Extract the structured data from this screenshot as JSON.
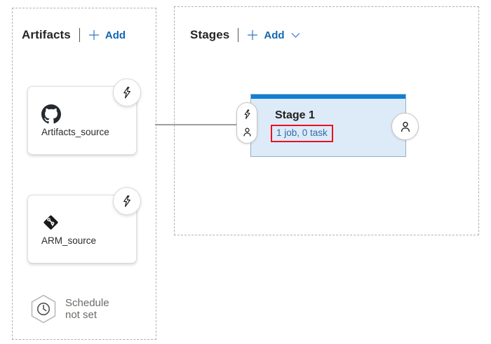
{
  "artifacts": {
    "title": "Artifacts",
    "add": "Add",
    "cards": [
      {
        "name": "Artifacts_source",
        "icon": "github-icon"
      },
      {
        "name": "ARM_source",
        "icon": "azure-repos-git-icon"
      }
    ],
    "schedule_line1": "Schedule",
    "schedule_line2": "not set"
  },
  "stages": {
    "title": "Stages",
    "add": "Add",
    "stage": {
      "name": "Stage 1",
      "jobs": "1 job, 0 task"
    }
  },
  "icons": {
    "badge": "lightning-trigger-icon",
    "pre_deploy": [
      "lightning-trigger-icon",
      "person-approval-icon"
    ],
    "post_deploy": "person-approval-icon",
    "schedule": "clock-in-hexagon-icon"
  },
  "colors": {
    "stage_top_bar": "#0f7ed5",
    "stage_fill": "#ddeaf8",
    "link_blue": "#1266b1",
    "job_link_blue": "#2e6da8",
    "annotation_red": "#e81123",
    "dashed_border": "#b3b1af"
  }
}
